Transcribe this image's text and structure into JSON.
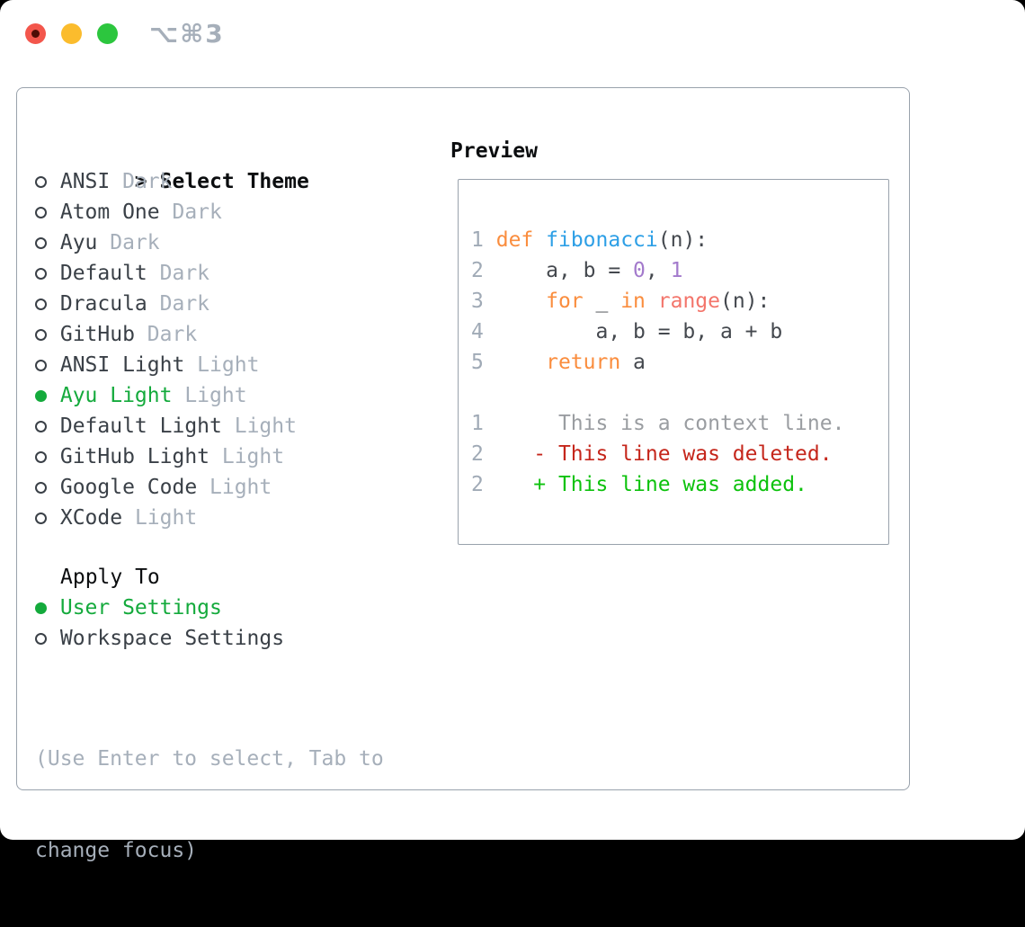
{
  "window": {
    "shortcut": "⌥⌘3",
    "traffic_lights": [
      "close-red",
      "minimize-yellow",
      "zoom-green"
    ]
  },
  "select_theme": {
    "prompt": ">",
    "header": "Select Theme",
    "items": [
      {
        "name": "ANSI",
        "variant": "Dark",
        "selected": false
      },
      {
        "name": "Atom One",
        "variant": "Dark",
        "selected": false
      },
      {
        "name": "Ayu",
        "variant": "Dark",
        "selected": false
      },
      {
        "name": "Default",
        "variant": "Dark",
        "selected": false
      },
      {
        "name": "Dracula",
        "variant": "Dark",
        "selected": false
      },
      {
        "name": "GitHub",
        "variant": "Dark",
        "selected": false
      },
      {
        "name": "ANSI Light",
        "variant": "Light",
        "selected": false
      },
      {
        "name": "Ayu Light",
        "variant": "Light",
        "selected": true
      },
      {
        "name": "Default Light",
        "variant": "Light",
        "selected": false
      },
      {
        "name": "GitHub Light",
        "variant": "Light",
        "selected": false
      },
      {
        "name": "Google Code",
        "variant": "Light",
        "selected": false
      },
      {
        "name": "XCode",
        "variant": "Light",
        "selected": false
      }
    ]
  },
  "apply_to": {
    "header": "Apply To",
    "options": [
      {
        "label": "User Settings",
        "selected": true
      },
      {
        "label": "Workspace Settings",
        "selected": false
      }
    ]
  },
  "help": {
    "line1": "(Use Enter to select, Tab to",
    "line2": "change focus)"
  },
  "preview": {
    "header": "Preview",
    "lines": [
      {
        "number": "1",
        "tokens": [
          {
            "text": " ",
            "color": "code"
          },
          {
            "text": "def",
            "color": "keyword"
          },
          {
            "text": " ",
            "color": "code"
          },
          {
            "text": "fibonacci",
            "color": "function"
          },
          {
            "text": "(n):",
            "color": "code"
          }
        ]
      },
      {
        "number": "2",
        "tokens": [
          {
            "text": "     a, b = ",
            "color": "code"
          },
          {
            "text": "0",
            "color": "number"
          },
          {
            "text": ", ",
            "color": "code"
          },
          {
            "text": "1",
            "color": "number"
          }
        ]
      },
      {
        "number": "3",
        "tokens": [
          {
            "text": "     ",
            "color": "code"
          },
          {
            "text": "for",
            "color": "keyword"
          },
          {
            "text": " _ ",
            "color": "code"
          },
          {
            "text": "in",
            "color": "keyword"
          },
          {
            "text": " ",
            "color": "code"
          },
          {
            "text": "range",
            "color": "builtin"
          },
          {
            "text": "(n):",
            "color": "code"
          }
        ]
      },
      {
        "number": "4",
        "tokens": [
          {
            "text": "         a, b = b, a + b",
            "color": "code"
          }
        ]
      },
      {
        "number": "5",
        "tokens": [
          {
            "text": "     ",
            "color": "code"
          },
          {
            "text": "return",
            "color": "keyword"
          },
          {
            "text": " a",
            "color": "code"
          }
        ]
      },
      {
        "number": "",
        "tokens": []
      },
      {
        "number": "1",
        "tokens": [
          {
            "text": "      This is a context line.",
            "color": "context"
          }
        ]
      },
      {
        "number": "2",
        "tokens": [
          {
            "text": "    - This line was deleted.",
            "color": "deleted"
          }
        ]
      },
      {
        "number": "2",
        "tokens": [
          {
            "text": "    + This line was added.",
            "color": "added"
          }
        ]
      }
    ]
  },
  "colors": {
    "traffic_red": "#f3564c",
    "traffic_red_dot": "#4e0d06",
    "traffic_yellow": "#fbbc2d",
    "traffic_green": "#2cc63e",
    "border_gray": "#99a2ac",
    "header_black": "#0b0d0f",
    "item_text": "#3a4047",
    "muted_gray": "#a6afba",
    "accent_green": "#14aa3c",
    "line_number_gray": "#a0aab6",
    "code_text": "#44484e",
    "keyword_orange": "#fa8d3e",
    "function_blue": "#2d9fe6",
    "number_purple": "#a37acc",
    "builtin_coral": "#f3756b",
    "context_gray": "#9a9da1",
    "deleted_red": "#c5261b",
    "added_green": "#0dc20d"
  }
}
